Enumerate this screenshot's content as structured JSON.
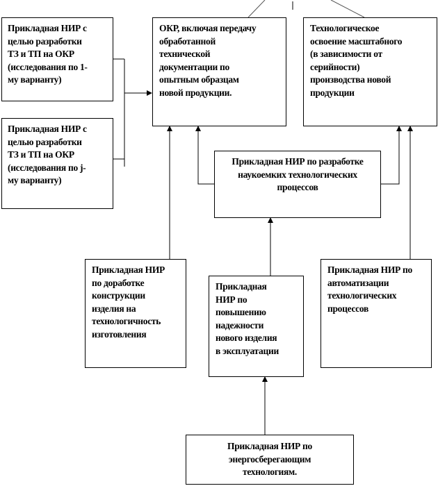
{
  "nodes": {
    "nir_variant_1": "Прикладная НИР с\nцелью разработки\nТЗ и ТП на ОКР\n(исследования по 1-\nму варианту)",
    "nir_variant_j": "Прикладная НИР с\nцелью разработки\nТЗ и ТП на ОКР\n(исследования по j-\nму варианту)",
    "okr": "ОКР, включая передачу\nобработанной\nтехнической\nдокументации по\nопытным образцам\nновой продукции.",
    "tech_mastering": "Технологическое\nосвоение масштабного\n(в зависимости от\nсерийности)\nпроизводства новой\nпродукции",
    "nir_hightech_processes": "Прикладная НИР по разработке\nнаукоемких  технологических\nпроцессов",
    "nir_design_improvement": "Прикладная НИР\nпо доработке\nконструкции\nизделия на\nтехнологичность\nизготовления",
    "nir_reliability": "Прикладная\nНИР по\nповышению\nнадежности\nнового изделия\nв  эксплуатации",
    "nir_automation": "Прикладная НИР по\nавтоматизации\nтехнологических\nпроцессов",
    "nir_energy_saving": "Прикладная НИР по\nэнергосберегающим\nтехнологиям."
  },
  "colors": {
    "stroke": "#000000",
    "background": "#ffffff"
  }
}
